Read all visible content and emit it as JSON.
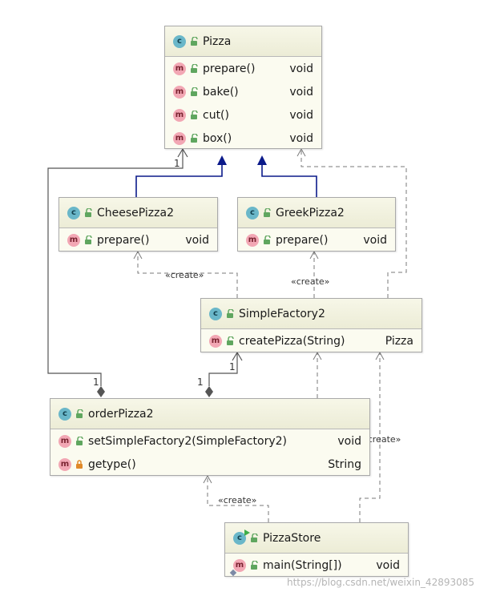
{
  "classes": {
    "pizza": {
      "name": "Pizza",
      "methods": [
        {
          "name": "prepare()",
          "type": "void"
        },
        {
          "name": "bake()",
          "type": "void"
        },
        {
          "name": "cut()",
          "type": "void"
        },
        {
          "name": "box()",
          "type": "void"
        }
      ]
    },
    "cheese": {
      "name": "CheesePizza2",
      "methods": [
        {
          "name": "prepare()",
          "type": "void"
        }
      ]
    },
    "greek": {
      "name": "GreekPizza2",
      "methods": [
        {
          "name": "prepare()",
          "type": "void"
        }
      ]
    },
    "factory": {
      "name": "SimpleFactory2",
      "methods": [
        {
          "name": "createPizza(String)",
          "type": "Pizza"
        }
      ]
    },
    "order": {
      "name": "orderPizza2",
      "methods": [
        {
          "name": "setSimpleFactory2(SimpleFactory2)",
          "type": "void"
        },
        {
          "name": "getype()",
          "type": "String"
        }
      ]
    },
    "store": {
      "name": "PizzaStore",
      "methods": [
        {
          "name": "main(String[])",
          "type": "void"
        }
      ]
    }
  },
  "edge_labels": {
    "create": "«create»",
    "mult_one": "1"
  },
  "watermark": "https://blog.csdn.net/weixin_42893085",
  "icons": {
    "class": "class-icon",
    "method": "method-icon",
    "public": "public-lock-icon",
    "private": "private-lock-icon",
    "main": "main-class-icon"
  },
  "colors": {
    "class_badge": "#6ab7c9",
    "method_badge": "#f2a7b4",
    "public_lock": "#5fa65f",
    "private_lock": "#e08a2a",
    "inherit_line": "#0b1a8a",
    "dependency_line": "#7a7a7a",
    "box_fill": "#fbfbf0"
  }
}
